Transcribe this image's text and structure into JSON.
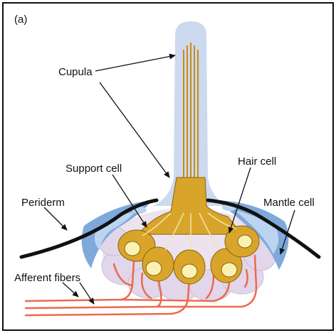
{
  "panel_label": "(a)",
  "labels": {
    "cupula": "Cupula",
    "support_cell": "Support cell",
    "hair_cell": "Hair cell",
    "periderm": "Periderm",
    "mantle_cell": "Mantle cell",
    "afferent_fibers": "Afferent fibers"
  },
  "colors": {
    "frame": "#111111",
    "cupula": "#ccd9ee",
    "hair_cell": "#d8a52a",
    "hair_cell_outline": "#8a6212",
    "nucleus": "#fbf1b2",
    "support_cell_bg": "#ece3ef",
    "mantle_cell": "#7fa9da",
    "mantle_cell_light": "#bcd4f0",
    "fiber": "#ec6a4c",
    "periderm": "#111111"
  }
}
